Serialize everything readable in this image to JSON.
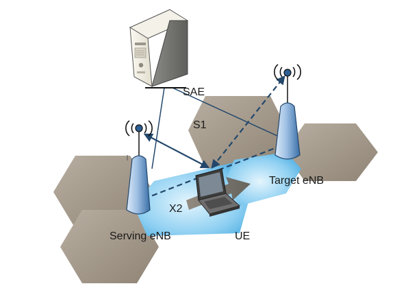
{
  "labels": {
    "sae": "SAE",
    "s1": "S1",
    "x2": "X2",
    "serving_enb": "Serving eNB",
    "target_enb": "Target eNB",
    "ue": "UE"
  },
  "colors": {
    "hex_fill": "#a99e8f",
    "cell_blue_light": "#cfeaf8",
    "cell_blue_mid": "#5fb8e6",
    "line": "#23476b",
    "antenna_light": "#b7d2ec",
    "antenna_dark": "#2d5f93"
  },
  "icons": {
    "server": "server-tower-icon",
    "laptop": "laptop-icon",
    "antenna": "cell-tower-antenna-icon",
    "radio_waves": "radio-waves-icon",
    "motion_arrow": "motion-arrow-icon"
  }
}
